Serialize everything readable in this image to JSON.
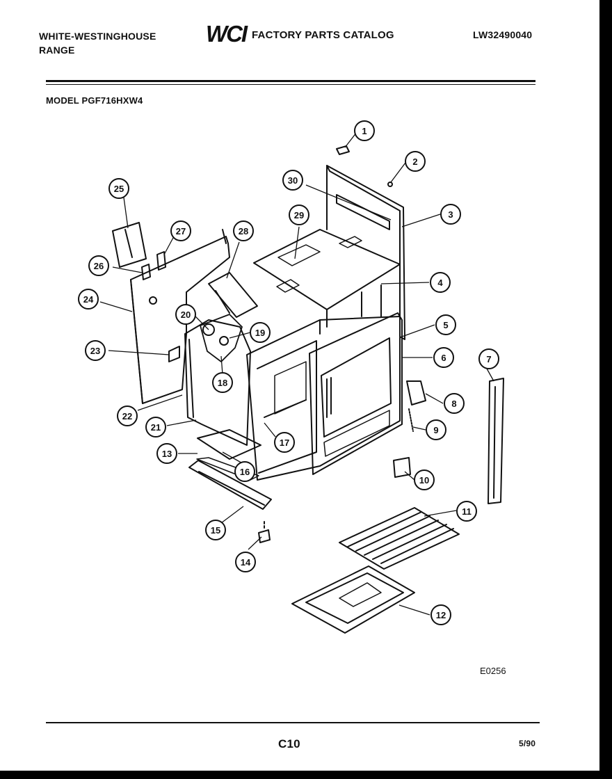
{
  "header": {
    "brand_line1": "WHITE-WESTINGHOUSE",
    "brand_line2": "RANGE",
    "logo_text": "WCI",
    "catalog_title": "FACTORY PARTS CATALOG",
    "doc_number": "LW32490040"
  },
  "model": "MODEL PGF716HXW4",
  "diagram": {
    "code": "E0256",
    "callouts": [
      "1",
      "2",
      "3",
      "4",
      "5",
      "6",
      "7",
      "8",
      "9",
      "10",
      "11",
      "12",
      "13",
      "14",
      "15",
      "16",
      "17",
      "18",
      "19",
      "20",
      "21",
      "22",
      "23",
      "24",
      "25",
      "26",
      "27",
      "28",
      "29",
      "30"
    ]
  },
  "footer": {
    "page": "C10",
    "date": "5/90"
  },
  "colors": {
    "ink": "#111111",
    "paper": "#ffffff",
    "background": "#000000"
  }
}
